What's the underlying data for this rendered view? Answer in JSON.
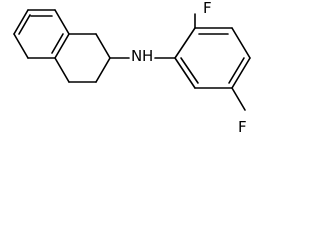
{
  "molecule": {
    "atom_labels": {
      "nitrogen": "N",
      "hydrogen": "H",
      "fluorine_2": "F",
      "fluorine_4": "F"
    },
    "line_color": "#000000",
    "background": "#ffffff"
  }
}
